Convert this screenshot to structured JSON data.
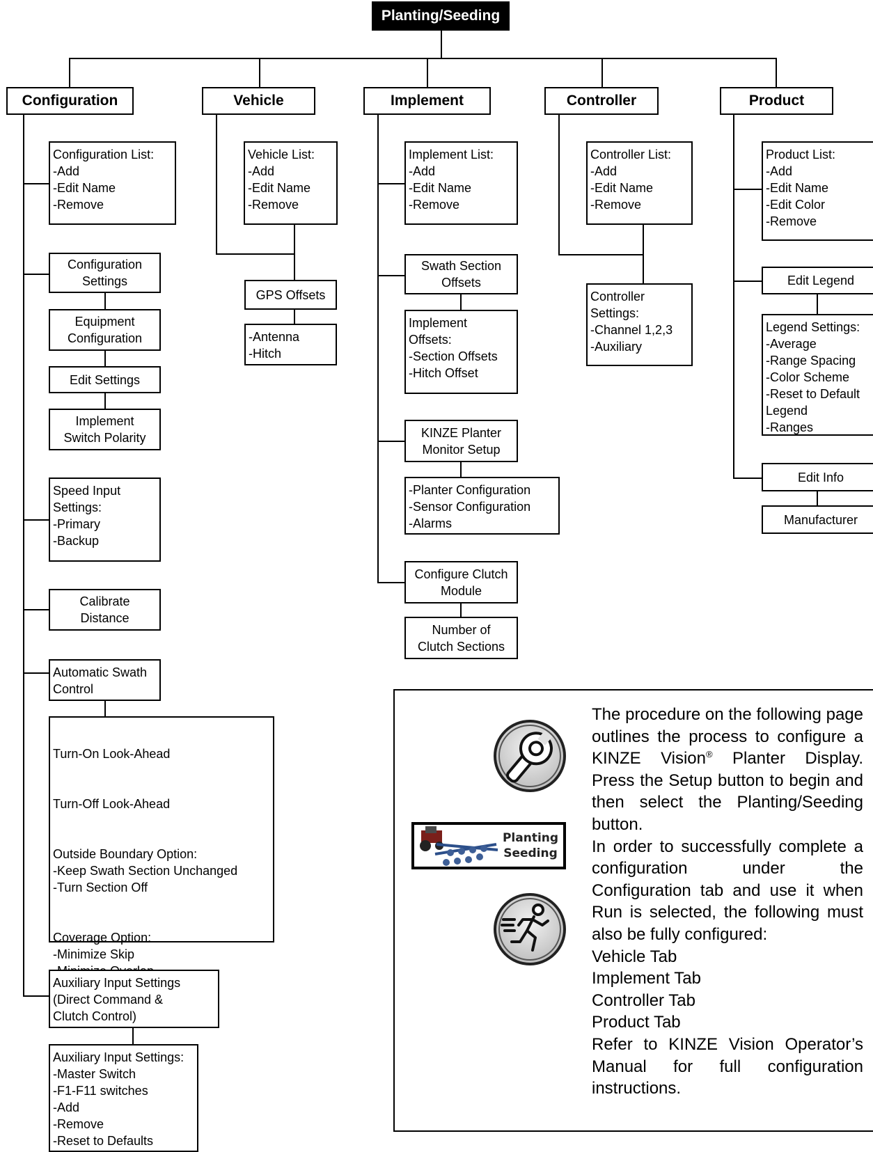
{
  "root": "Planting/Seeding",
  "tabs": {
    "configuration": "Configuration",
    "vehicle": "Vehicle",
    "implement": "Implement",
    "controller": "Controller",
    "product": "Product"
  },
  "configuration": {
    "list": "Configuration List:\n-Add\n-Edit Name\n-Remove",
    "settings": "Configuration\nSettings",
    "equipment": "Equipment\nConfiguration",
    "edit_settings": "Edit Settings",
    "polarity": "Implement\nSwitch Polarity",
    "speed": "Speed Input\nSettings:\n-Primary\n-Backup",
    "calibrate": "Calibrate\nDistance",
    "auto_swath": "Automatic Swath\nControl",
    "swath_options": {
      "turn_on": "Turn-On Look-Ahead",
      "turn_off": "Turn-Off Look-Ahead",
      "outside": "Outside Boundary Option:\n-Keep Swath Section Unchanged\n-Turn Section Off",
      "coverage": "Coverage Option:\n-Minimize Skip\n-Minimize Overlap\n-User-Defined"
    },
    "aux_input": "Auxiliary Input Settings\n(Direct Command &\nClutch Control)",
    "aux_settings": "Auxiliary Input Settings:\n-Master Switch\n-F1-F11 switches\n-Add\n-Remove\n-Reset to Defaults"
  },
  "vehicle": {
    "list": "Vehicle List:\n-Add\n-Edit Name\n-Remove",
    "gps": "GPS Offsets",
    "gps_items": "-Antenna\n-Hitch"
  },
  "implement": {
    "list": "Implement List:\n-Add\n-Edit Name\n-Remove",
    "swath": "Swath Section\nOffsets",
    "offsets": "Implement\nOffsets:\n-Section Offsets\n-Hitch Offset",
    "kinze": "KINZE Planter\nMonitor Setup",
    "kinze_items": "-Planter Configuration\n-Sensor Configuration\n-Alarms",
    "clutch": "Configure Clutch\nModule",
    "clutch_sections": "Number of\nClutch Sections"
  },
  "controller": {
    "list": "Controller List:\n-Add\n-Edit Name\n-Remove",
    "settings": "Controller\nSettings:\n-Channel 1,2,3\n-Auxiliary"
  },
  "product": {
    "list": "Product List:\n-Add\n-Edit Name\n-Edit Color\n-Remove",
    "edit_legend": "Edit Legend",
    "legend_settings": "Legend Settings:\n-Average\n-Range Spacing\n-Color Scheme\n-Reset to Default\n Legend\n-Ranges",
    "edit_info": "Edit Info",
    "manufacturer": "Manufacturer"
  },
  "note": {
    "para1_a": "The procedure on the following page outlines the process to configure a KINZE Vision",
    "para1_reg": "®",
    "para1_b": " Planter Display. Press the Setup button to begin and then select the Planting/Seeding button.",
    "para2": "In order to successfully complete a configuration under the Configuration tab and use it when Run is selected, the following must also be fully configured:",
    "tabs_list": [
      "Vehicle Tab",
      "Implement Tab",
      "Controller Tab",
      "Product Tab"
    ],
    "para3": "Refer to KINZE Vision Operator’s Manual for full configuration instructions."
  },
  "icons": {
    "setup": "wrench-icon",
    "planting_button": "Planting\nSeeding",
    "run": "running-person-icon"
  }
}
